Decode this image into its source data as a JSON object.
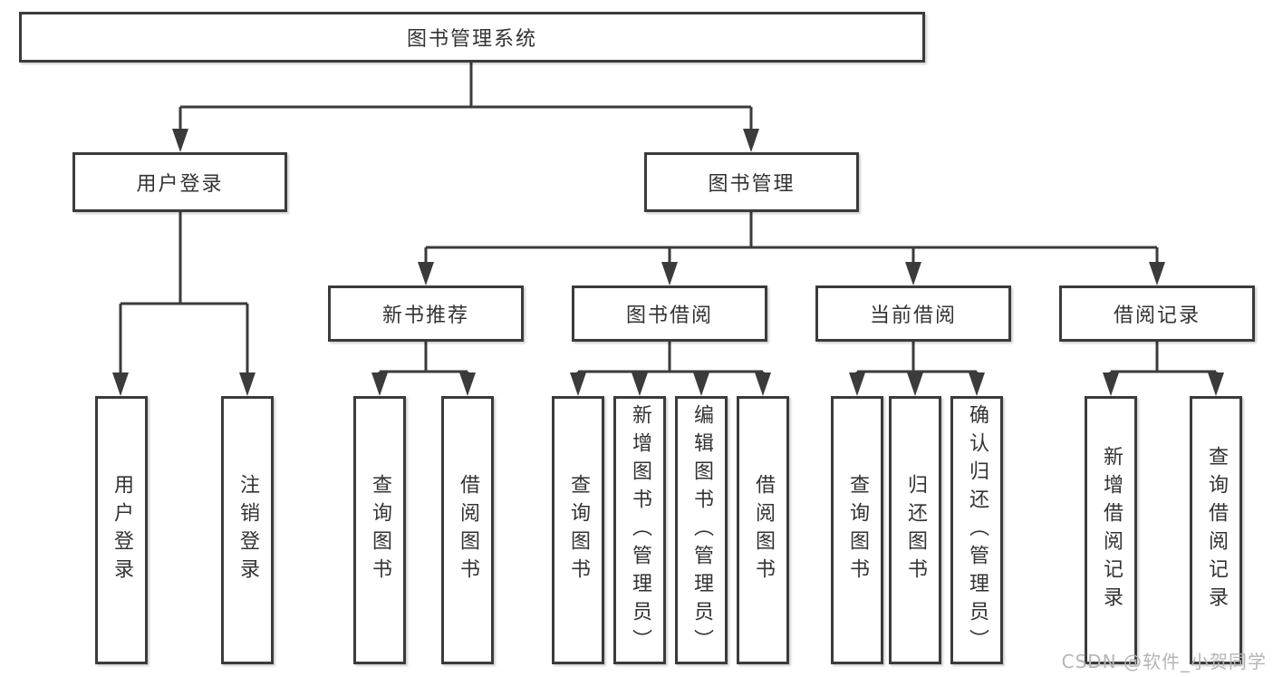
{
  "diagram": {
    "root": {
      "label": "图书管理系统"
    },
    "level2": [
      {
        "label": "用户登录"
      },
      {
        "label": "图书管理"
      }
    ],
    "level3": [
      {
        "label": "新书推荐"
      },
      {
        "label": "图书借阅"
      },
      {
        "label": "当前借阅"
      },
      {
        "label": "借阅记录"
      }
    ],
    "leaves": [
      {
        "label": "用户登录"
      },
      {
        "label": "注销登录"
      },
      {
        "label": "查询图书"
      },
      {
        "label": "借阅图书"
      },
      {
        "label": "查询图书"
      },
      {
        "label": "新增图书（管理员）"
      },
      {
        "label": "编辑图书（管理员）"
      },
      {
        "label": "借阅图书"
      },
      {
        "label": "查询图书"
      },
      {
        "label": "归还图书"
      },
      {
        "label": "确认归还（管理员）"
      },
      {
        "label": "新增借阅记录"
      },
      {
        "label": "查询借阅记录"
      }
    ],
    "colors": {
      "line": "#3b3b3b",
      "text": "#333333",
      "watermark": "#b5b5b5",
      "background": "#ffffff"
    },
    "watermark": "CSDN @软件_小贺同学"
  }
}
